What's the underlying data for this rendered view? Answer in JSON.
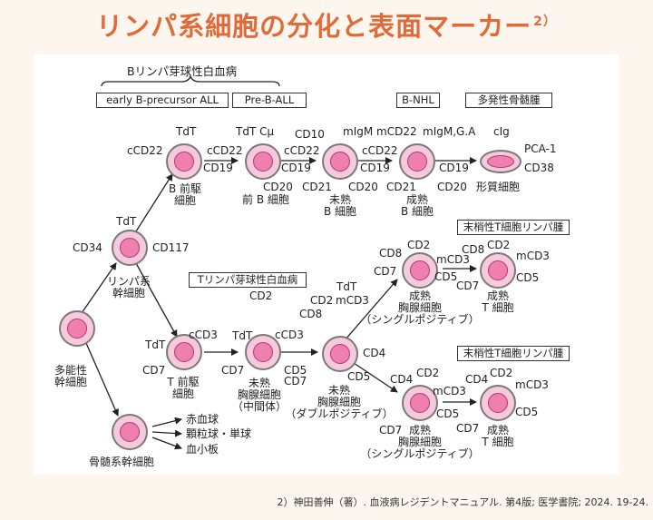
{
  "title": "リンパ系細胞の分化と表面マーカー",
  "title_ref": "2）",
  "headers": {
    "b_leukemia": "Bリンパ芽球性白血病",
    "early_b_all": "early B-precursor ALL",
    "pre_b_all": "Pre-B-ALL",
    "b_nhl": "B-NHL",
    "myeloma": "多発性骨髄腫",
    "t_leukemia": "Tリンパ芽球性白血病",
    "t_lymphoma_1": "末梢性T細胞リンパ腫",
    "t_lymphoma_2": "末梢性T細胞リンパ腫"
  },
  "labels": {
    "stem": "多能性\n幹細胞",
    "lymph_stem": "リンパ系\n幹細胞",
    "marrow_stem": "骨髄系幹細胞",
    "lymph_tdt": "TdT",
    "lymph_cd34": "CD34",
    "lymph_cd117": "CD117",
    "rbc": "赤血球",
    "granulocyte": "顆粒球・単球",
    "platelet": "血小板",
    "prob_tdt": "TdT",
    "prob_ccd22": "cCD22",
    "prob_name": "B 前駆\n細胞",
    "preb_tdt": "TdT Cμ",
    "preb_cd19": "CD19",
    "preb_ccd22": "cCD22",
    "preb_cd20": "CD20",
    "preb_name": "前 B 細胞",
    "immb_cd10": "CD10",
    "immb_ccd22": "cCD22",
    "immb_cd19": "CD19",
    "immb_cd21": "CD21",
    "immb_name": "未熟\nB 細胞",
    "matb_top": "mIgM mCD22",
    "matb_ccd22": "cCD22",
    "matb_cd19": "CD19",
    "matb_cd20": "CD20",
    "matb_cd21": "CD21",
    "matb_name": "成熟\nB 細胞",
    "act_top": "mIgM,G.A",
    "act_cd19": "CD19",
    "act_cd20": "CD20",
    "pc_cig": "cIg",
    "pc_pca1": "PCA-1",
    "pc_cd38": "CD38",
    "pc_name": "形質細胞",
    "prot_tdt": "TdT",
    "prot_ccd3": "cCD3",
    "prot_cd7": "CD7",
    "prot_name": "T 前駆\n細胞",
    "t2_tdt": "TdT",
    "t2_ccd3": "cCD3",
    "t2_cd7": "CD7",
    "t2_cd5": "CD5",
    "t2_cd7b": "CD7",
    "t2_name": "未熟\n胸腺細胞\n（中間体）",
    "dp_cd4": "CD4",
    "dp_cd5": "CD5",
    "dp_name": "未熟\n胸腺細胞\n（ダブルポジティブ）",
    "tleuk_cd2": "CD2",
    "cd8_tdt": "TdT",
    "cd8_cd2": "CD2",
    "cd8_mcd3": "mCD3",
    "cd8_cd8": "CD8",
    "sp8_cd8": "CD8",
    "sp8_cd2": "CD2",
    "sp8_mcd3": "mCD3",
    "sp8_cd7": "CD7",
    "sp8_cd5": "CD5",
    "sp8_name": "成熟\n胸腺細胞\n（シングルポジティブ）",
    "t8_cd8": "CD8",
    "t8_cd2": "CD2",
    "t8_mcd3": "mCD3",
    "t8_cd7": "CD7",
    "t8_cd5": "CD5",
    "t8_name": "成熟\nT 細胞",
    "sp4_cd4": "CD4",
    "sp4_cd2": "CD2",
    "sp4_mcd3": "mCD3",
    "sp4_cd7": "CD7",
    "sp4_cd5": "CD5",
    "sp4_name": "成熟\n胸腺細胞\n（シングルポジティブ）",
    "t4_cd4": "CD4",
    "t4_cd2": "CD2",
    "t4_mcd3": "mCD3",
    "t4_cd7": "CD7",
    "t4_cd5": "CD5",
    "t4_name": "成熟\nT 細胞"
  },
  "footnote": "2）神田善伸（著）. 血液病レジデントマニュアル. 第4版; 医学書院; 2024. 19-24."
}
